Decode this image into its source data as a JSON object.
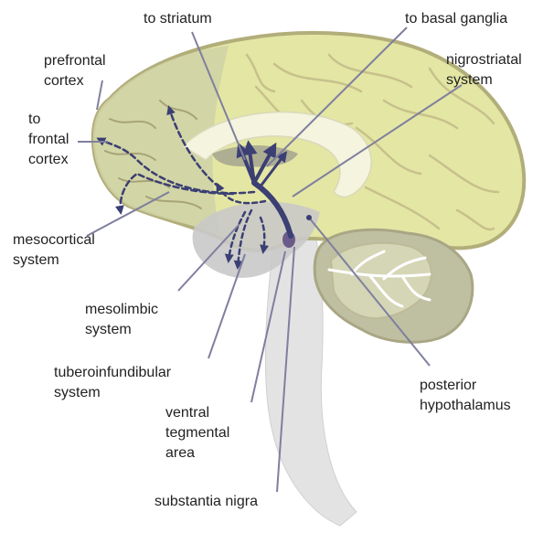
{
  "labels": {
    "to_striatum": "to striatum",
    "to_basal_ganglia": "to basal ganglia",
    "prefrontal_cortex": "prefrontal\ncortex",
    "nigrostriatal_system": "nigrostriatal\nsystem",
    "to_frontal_cortex": "to\nfrontal\ncortex",
    "mesocortical_system": "mesocortical\nsystem",
    "mesolimbic_system": "mesolimbic\nsystem",
    "tuberoinfundibular_system": "tuberoinfundibular\nsystem",
    "ventral_tegmental_area": "ventral\ntegmental\narea",
    "posterior_hypothalamus": "posterior\nhypothalamus",
    "substantia_nigra": "substantia nigra"
  },
  "colors": {
    "cortex_fill": "#e4e6a4",
    "cortex_stroke": "#b2ae7a",
    "prefrontal_fill": "#cfd1a6",
    "gray_fill": "#c9c9c9",
    "light_gray": "#e3e3e3",
    "pathway": "#3b3f73",
    "leader_line": "#7f7f9f",
    "cerebellum_fill": "#bfc0a2",
    "text": "#222222"
  }
}
